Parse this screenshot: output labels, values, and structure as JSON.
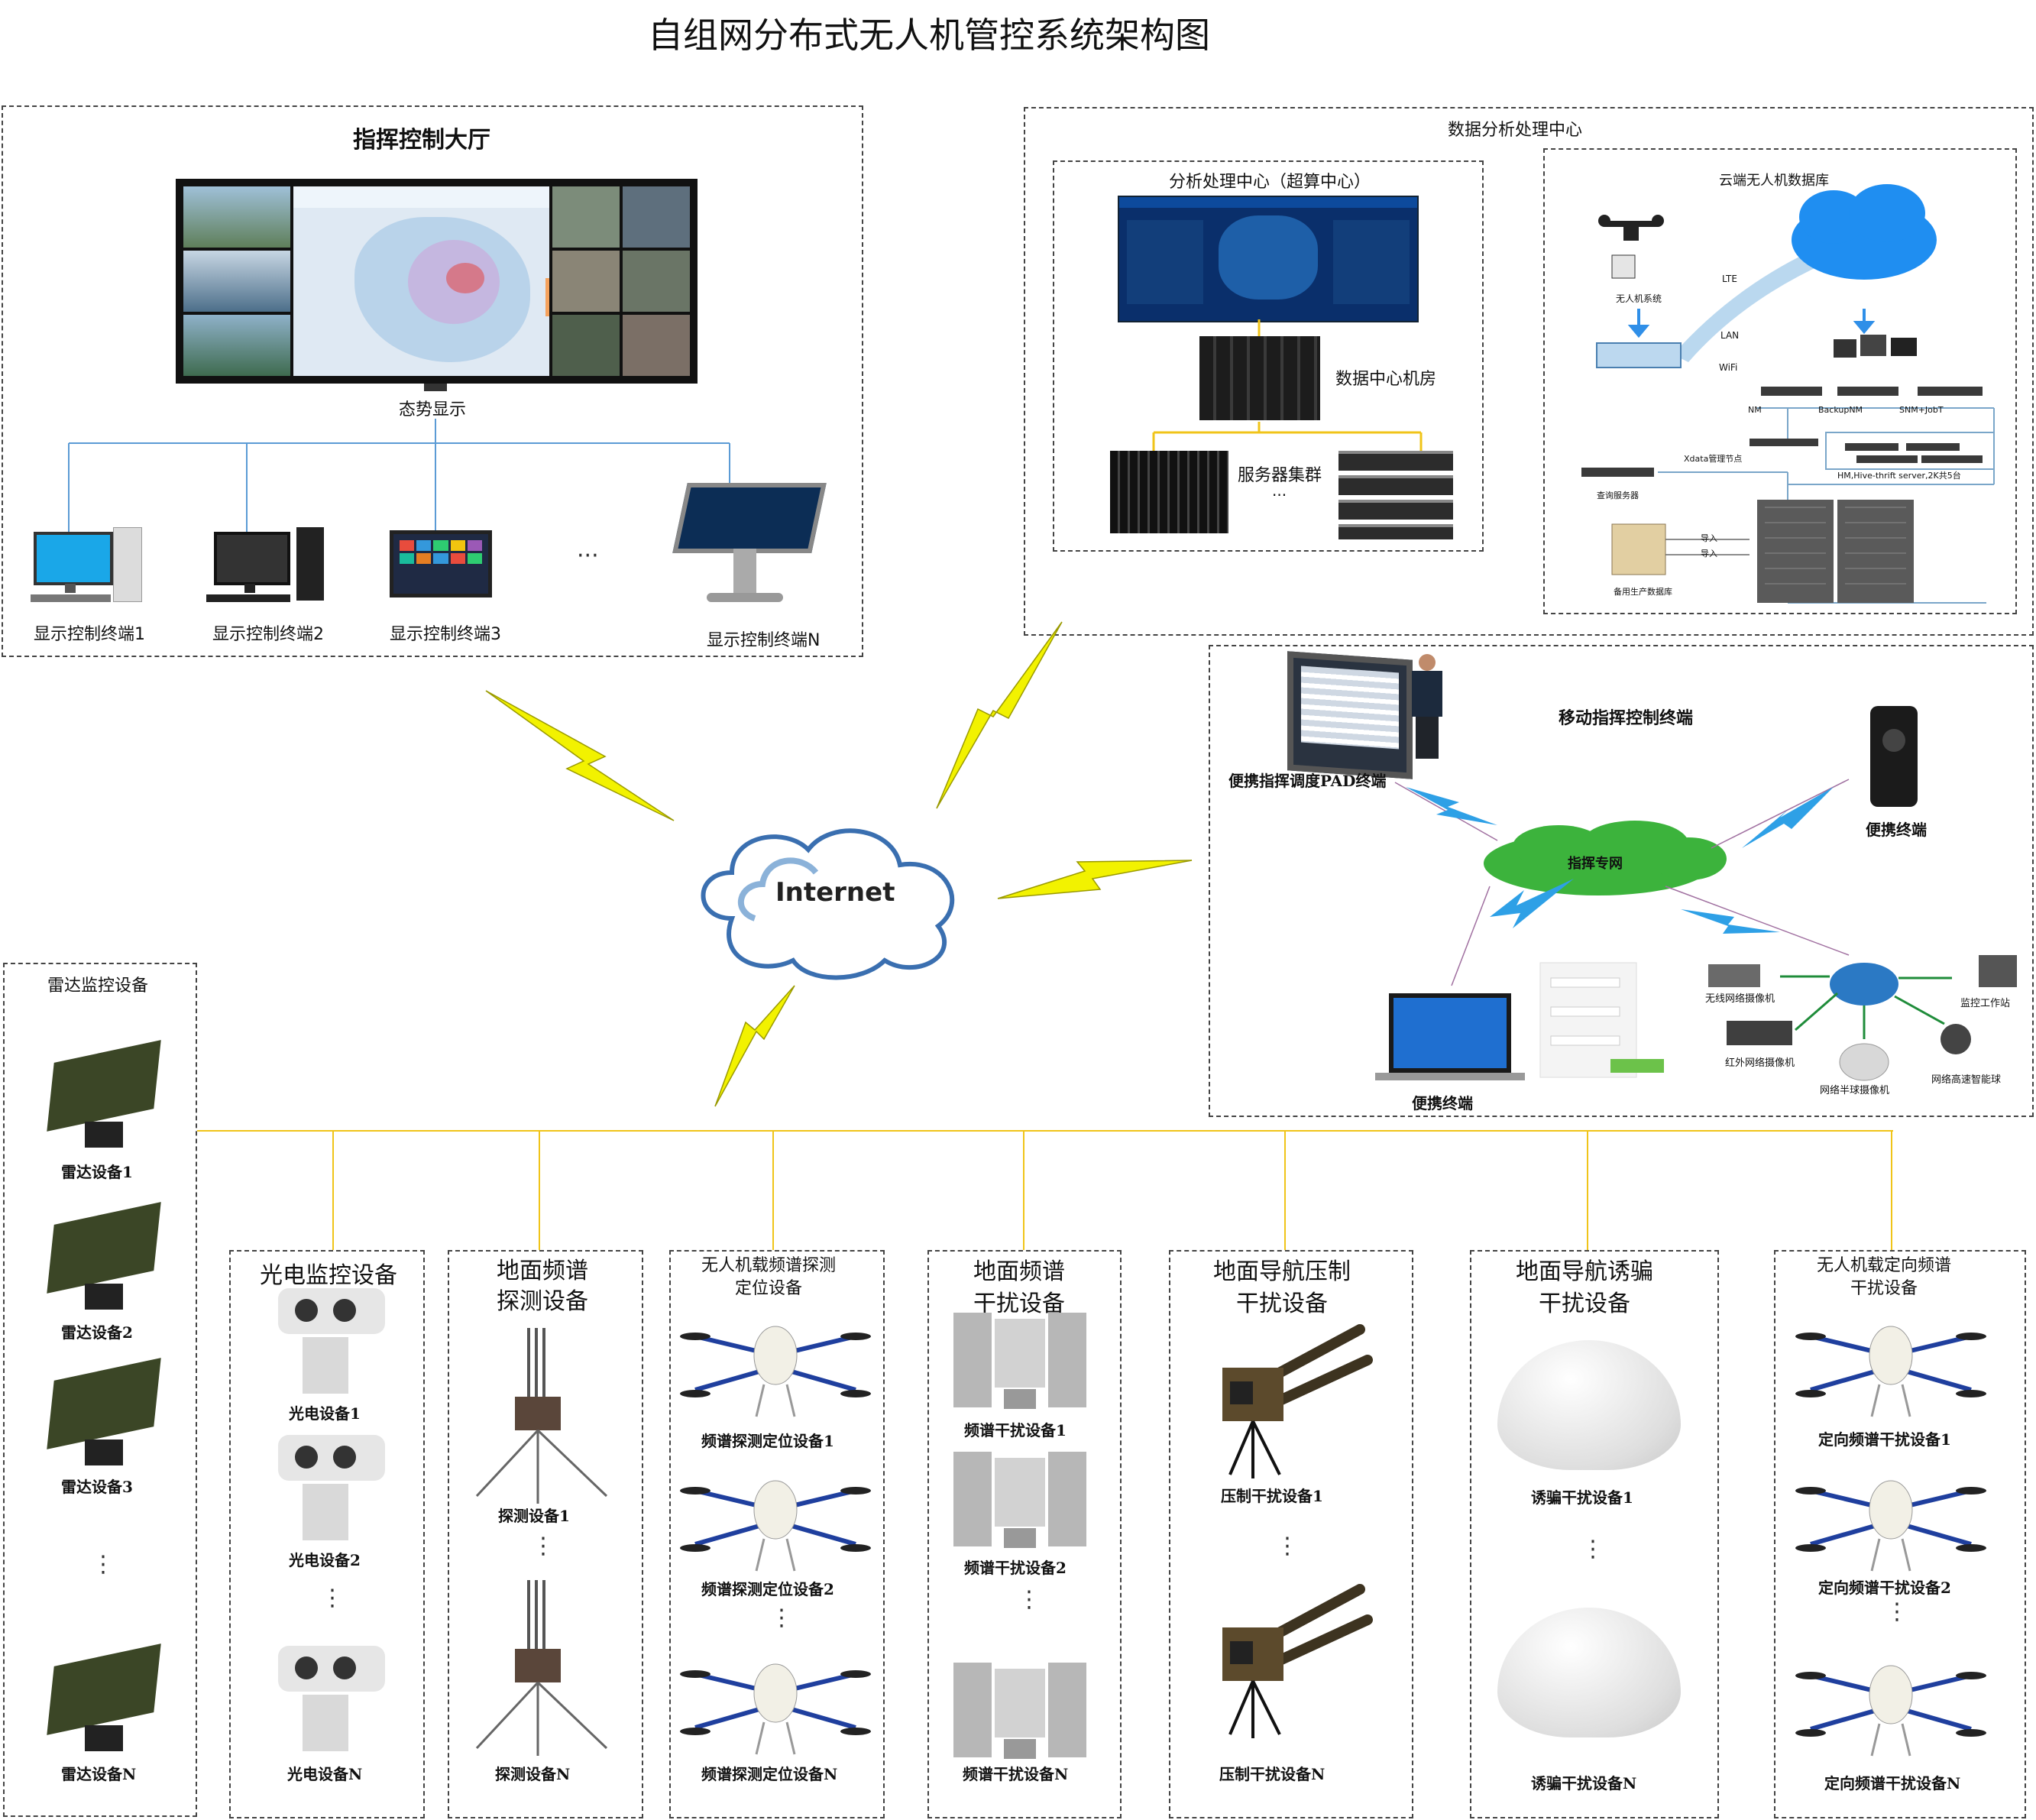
{
  "title": "自组网分布式无人机管控系统架构图",
  "command_hall": {
    "title": "指挥控制大厅",
    "situation_label": "态势显示",
    "terminals": [
      "显示控制终端1",
      "显示控制终端2",
      "显示控制终端3",
      "显示控制终端N"
    ],
    "ellipsis": "···"
  },
  "data_center": {
    "title": "数据分析处理中心",
    "analysis": {
      "title": "分析处理中心（超算中心）",
      "room_label": "数据中心机房",
      "cluster_label": "服务器集群",
      "ellipsis": "···"
    },
    "cloud_db": {
      "title": "云端无人机数据库",
      "uav_system": "无人机系统",
      "net_labels": [
        "LTE",
        "LAN",
        "WiFi"
      ],
      "nodes": [
        "NM",
        "BackupNM",
        "SNM+JobT"
      ],
      "xdata": "Xdata管理节点",
      "hm": "HM,Hive-thrift server,2K共5台",
      "query": "查询服务器",
      "backup_db": "备用生产数据库",
      "import": [
        "导入",
        "导入"
      ]
    }
  },
  "mobile": {
    "title": "移动指挥控制终端",
    "pad": "便携指挥调度PAD终端",
    "portable1": "便携终端",
    "network": "指挥专网",
    "laptop": "便携终端",
    "cameras": [
      "无线网络摄像机",
      "红外网络摄像机",
      "网络半球摄像机"
    ],
    "monitor": "监控工作站",
    "ptz": "网络高速智能球"
  },
  "internet": "Internet",
  "radar": {
    "title": "雷达监控设备",
    "items": [
      "雷达设备1",
      "雷达设备2",
      "雷达设备3",
      "雷达设备N"
    ],
    "ellipsis": "⋮"
  },
  "columns": [
    {
      "title": "光电监控设备",
      "items": [
        "光电设备1",
        "光电设备2",
        "光电设备N"
      ]
    },
    {
      "title": "地面频谱\n探测设备",
      "items": [
        "探测设备1",
        "探测设备N"
      ]
    },
    {
      "title": "无人机载频谱探测\n定位设备",
      "items": [
        "频谱探测定位设备1",
        "频谱探测定位设备2",
        "频谱探测定位设备N"
      ]
    },
    {
      "title": "地面频谱\n干扰设备",
      "items": [
        "频谱干扰设备1",
        "频谱干扰设备2",
        "频谱干扰设备N"
      ]
    },
    {
      "title": "地面导航压制\n干扰设备",
      "items": [
        "压制干扰设备1",
        "压制干扰设备N"
      ]
    },
    {
      "title": "地面导航诱骗\n干扰设备",
      "items": [
        "诱骗干扰设备1",
        "诱骗干扰设备N"
      ]
    },
    {
      "title": "无人机载定向频谱\n干扰设备",
      "items": [
        "定向频谱干扰设备1",
        "定向频谱干扰设备2",
        "定向频谱干扰设备N"
      ]
    }
  ],
  "colors": {
    "link_blue": "#5b9bd5",
    "bus_yellow": "#f0c419",
    "lightning": "#f2f200",
    "lightning_blue": "#2ea0e6",
    "cloud_green": "#3cb33c",
    "dashed_border": "#444444"
  }
}
